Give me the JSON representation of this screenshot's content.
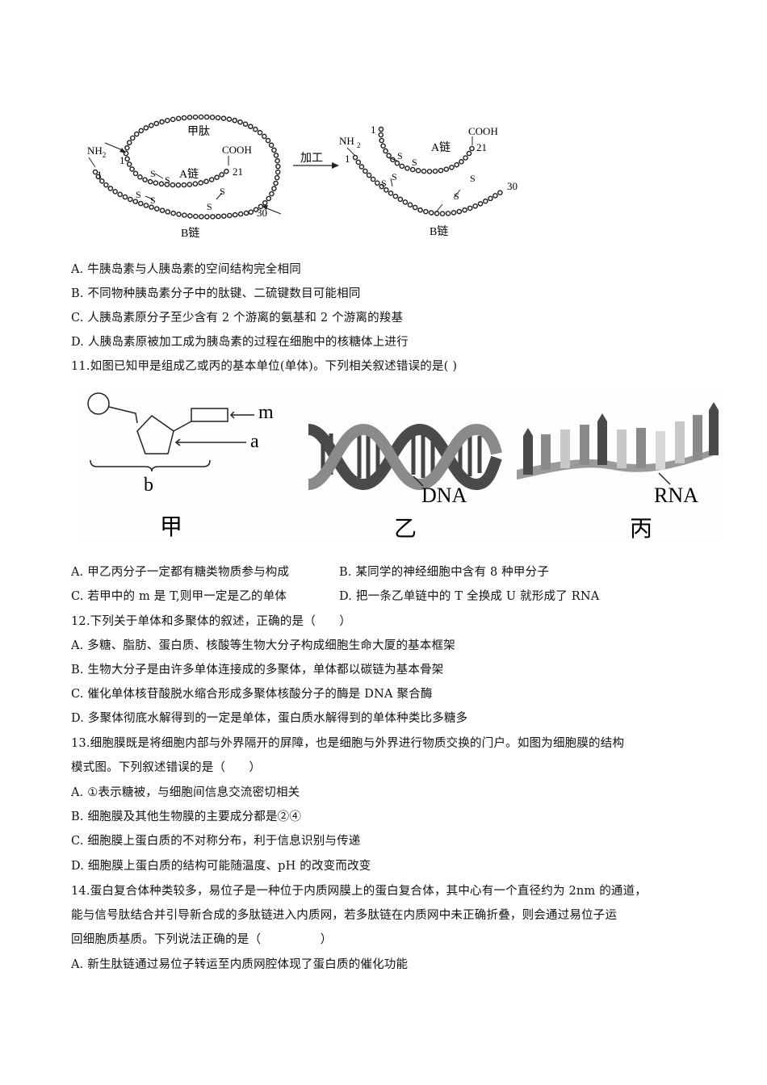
{
  "figure_insulin": {
    "left": {
      "loop_label": "甲肽",
      "nh2": "NH",
      "nh2_sub": "2",
      "a_start": "1",
      "b_start": "1",
      "cooh": "COOH",
      "a_end": "21",
      "b_end": "30",
      "a_chain": "A链",
      "b_chain": "B链",
      "s": "S"
    },
    "arrow_label": "加工",
    "right": {
      "nh2": "NH",
      "nh2_sub": "2",
      "a_start": "1",
      "b_start": "1",
      "cooh": "COOH",
      "a_end": "21",
      "b_end": "30",
      "a_chain": "A链",
      "b_chain": "B链",
      "s": "S"
    }
  },
  "q10_options": [
    "A.  牛胰岛素与人胰岛素的空间结构完全相同",
    "B.  不同物种胰岛素分子中的肽键、二硫键数目可能相同",
    "C.  人胰岛素原分子至少含有 2 个游离的氨基和 2 个游离的羧基",
    "D.  人胰岛素原被加工成为胰岛素的过程在细胞中的核糖体上进行"
  ],
  "q11": {
    "stem": "11.如图已知甲是组成乙或丙的基本单位(单体)。下列相关叙述错误的是( )",
    "figure": {
      "jia": {
        "m": "m",
        "a": "a",
        "b": "b",
        "caption": "甲"
      },
      "yi": {
        "label": "DNA",
        "caption": "乙"
      },
      "bing": {
        "label": "RNA",
        "caption": "丙"
      }
    },
    "options": [
      "A.  甲乙丙分子一定都有糖类物质参与构成",
      "B.  某同学的神经细胞中含有 8 种甲分子",
      "C.  若甲中的 m 是 T,则甲一定是乙的单体",
      "D.  把一条乙单链中的 T 全换成 U 就形成了 RNA"
    ]
  },
  "q12": {
    "stem": "12.下列关于单体和多聚体的叙述，正确的是（　　）",
    "options": [
      "A.  多糖、脂肪、蛋白质、核酸等生物大分子构成细胞生命大厦的基本框架",
      "B.  生物大分子是由许多单体连接成的多聚体，单体都以碳链为基本骨架",
      "C.  催化单体核苷酸脱水缩合形成多聚体核酸分子的酶是 DNA 聚合酶",
      "D.  多聚体彻底水解得到的一定是单体，蛋白质水解得到的单体种类比多糖多"
    ]
  },
  "q13": {
    "stem_line1": "13.细胞膜既是将细胞内部与外界隔开的屏障，也是细胞与外界进行物质交换的门户。如图为细胞膜的结构",
    "stem_line2": "模式图。下列叙述错误的是（　　）",
    "options": [
      "A.  ①表示糖被，与细胞间信息交流密切相关",
      "B.  细胞膜及其他生物膜的主要成分都是②④",
      "C.  细胞膜上蛋白质的不对称分布，利于信息识别与传递",
      "D.  细胞膜上蛋白质的结构可能随温度、pH 的改变而改变"
    ]
  },
  "q14": {
    "stem_line1": "14.蛋白复合体种类较多，易位子是一种位于内质网膜上的蛋白复合体，其中心有一个直径约为 2nm 的通道，",
    "stem_line2": "能与信号肽结合并引导新合成的多肽链进入内质网，若多肽链在内质网中未正确折叠，则会通过易位子运",
    "stem_line3": "回细胞质基质。下列说法正确的是（　　　　　）",
    "options": [
      "A.  新生肽链通过易位子转运至内质网腔体现了蛋白质的催化功能"
    ]
  }
}
